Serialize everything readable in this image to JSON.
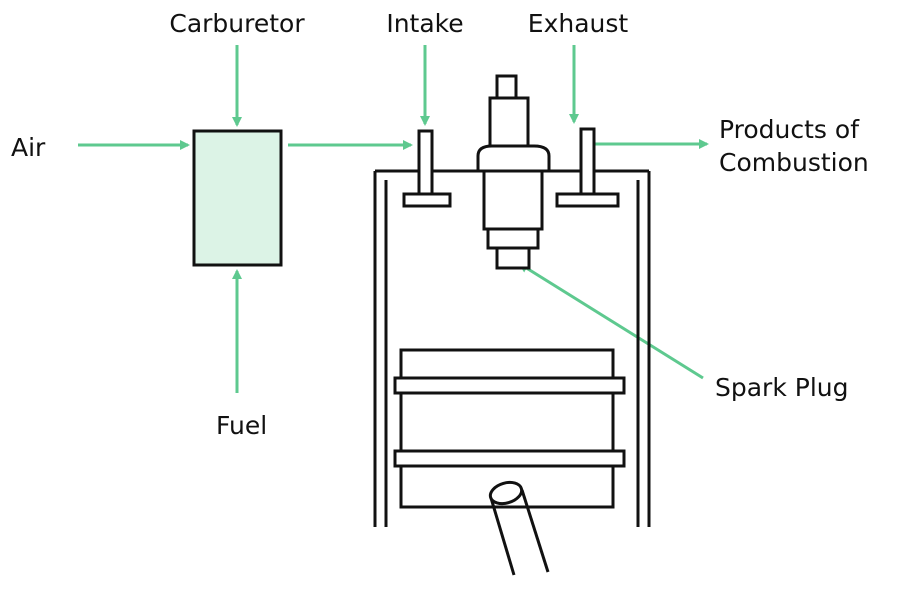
{
  "labels": {
    "carburetor": "Carburetor",
    "intake": "Intake",
    "exhaust": "Exhaust",
    "air": "Air",
    "fuel": "Fuel",
    "products_line1": "Products of",
    "products_line2": "Combustion",
    "spark_plug": "Spark Plug"
  },
  "colors": {
    "arrow": "#5ec98f",
    "carburetor_fill": "#dcf3e6",
    "outline": "#111111"
  }
}
